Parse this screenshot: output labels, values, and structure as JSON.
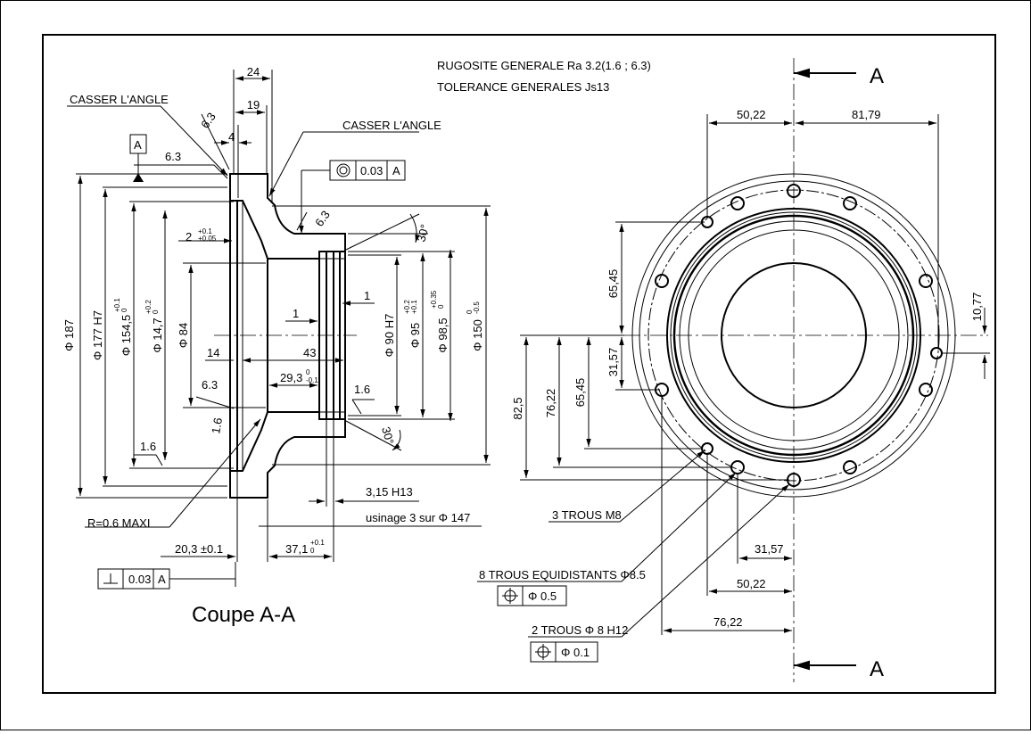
{
  "notes": {
    "roughness": "RUGOSITE GENERALE Ra 3.2(1.6 ; 6.3)",
    "tolerance": "TOLERANCE GENERALES Js13"
  },
  "section_title": "Coupe A-A",
  "section_letter": "A",
  "datum_letter": "A",
  "labels": {
    "casser_angle": "CASSER L'ANGLE",
    "radius": "R=0.6 MAXI",
    "usinage": "usinage 3 sur Φ 147",
    "trous_m8": "3 TROUS M8",
    "trous_8": "8 TROUS EQUIDISTANTS Φ8.5",
    "trous_2": "2 TROUS Φ 8 H12"
  },
  "tolerance_frames": {
    "concentricity_value": "0.03",
    "perpendicularity_value": "0.03",
    "position_8_value": "Φ 0.5",
    "position_2_value": "Φ 0.1"
  },
  "section_dims": {
    "d187": "Φ 187",
    "d177": "Φ 177 H7",
    "d154": "Φ 154,5",
    "d154_tol_up": "+0.1",
    "d154_tol_low": "0",
    "d147": "Φ 14,7",
    "d147_tol_up": "+0.2",
    "d147_tol_low": "0",
    "d84": "Φ 84",
    "d90": "Φ 90 H7",
    "d95": "Φ 95",
    "d95_tol_up": "+0.2",
    "d95_tol_low": "+0.1",
    "d985": "Φ 98,5",
    "d985_tol_up": "+0.35",
    "d985_tol_low": "0",
    "d150": "Φ 150",
    "d150_tol_up": "0",
    "d150_tol_low": "-0.5",
    "w24": "24",
    "w19": "19",
    "w4": "4",
    "w2": "2",
    "w2_tol_up": "+0.1",
    "w2_tol_low": "+0.05",
    "w14": "14",
    "w43": "43",
    "w1a": "1",
    "w1b": "1",
    "w293": "29,3",
    "w293_tol_up": "0",
    "w293_tol_low": "-0.1",
    "w315": "3,15 H13",
    "w203": "20,3 ±0.1",
    "w371": "37,1",
    "w371_tol_up": "+0.1",
    "w371_tol_low": "0",
    "r63_a": "6.3",
    "r63_b": "6.3",
    "r63_c": "6.3",
    "r63_d": "6.3",
    "r16_a": "1.6",
    "r16_b": "1.6",
    "r16_c": "1.6",
    "ang30_a": "30°",
    "ang30_b": "30°"
  },
  "front_dims": {
    "h5022": "50,22",
    "h8179": "81,79",
    "v6545a": "65,45",
    "v1077": "10,77",
    "v3157": "31,57",
    "v825": "82,5",
    "v7622": "76,22",
    "v6545b": "65,45",
    "b3157": "31,57",
    "b5022": "50,22",
    "b7622": "76,22"
  }
}
